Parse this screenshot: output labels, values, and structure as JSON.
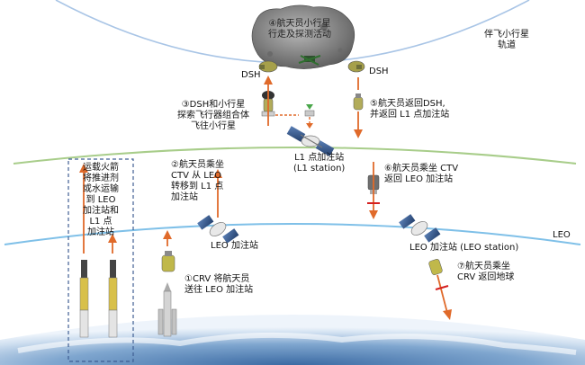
{
  "colors": {
    "arrow": "#e06a2a",
    "orbit_asteroid": "#a9c5e6",
    "orbit_l1": "#a8cd8a",
    "orbit_leo": "#7fc0e8",
    "earth_top": "#dfeaf6",
    "earth_bottom": "#5b86b8",
    "dashed_box": "#3f5e93",
    "stop_mark": "#d52020"
  },
  "labels": {
    "asteroid_step": "④航天员小行星\n行走及探测活动",
    "asteroid_orbit": "伴飞小行星\n轨道",
    "dsh_left": "DSH",
    "dsh_right": "DSH",
    "step3": "③DSH和小行星\n探索飞行器组合体\n飞往小行星",
    "step5": "⑤航天员返回DSH,\n并返回 L1 点加注站",
    "l1_station": "L1 点加注站\n(L1 station)",
    "step6": "⑥航天员乘坐 CTV\n返回 LEO 加注站",
    "step2": "②航天员乘坐\nCTV 从 LEO\n转移到 L1 点\n加注站",
    "rocket_text": "运载火箭\n将推进剂\n或水运输\n到 LEO\n加注站和\nL1 点\n加注站",
    "leo_station_left": "LEO 加注站",
    "leo_station_right": "LEO 加注站 (LEO station)",
    "leo_orbit": "LEO",
    "step1": "①CRV 将航天员\n送往 LEO 加注站",
    "step7": "⑦航天员乘坐\nCRV 返回地球"
  }
}
